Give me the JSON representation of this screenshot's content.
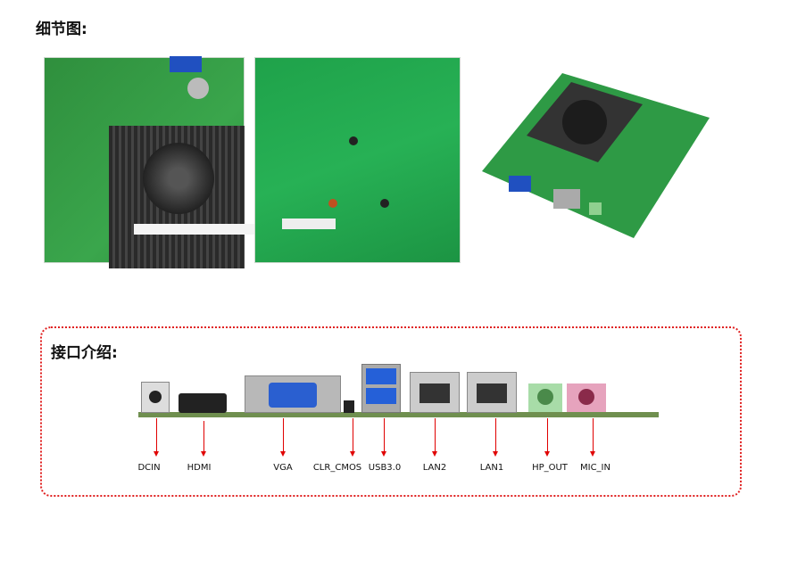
{
  "section1": {
    "title": "细节图:"
  },
  "section2": {
    "title": "接口介绍:",
    "ports": [
      {
        "label": "DCIN"
      },
      {
        "label": "HDMI"
      },
      {
        "label": "VGA"
      },
      {
        "label": "CLR_CMOS"
      },
      {
        "label": "USB3.0"
      },
      {
        "label": "LAN2"
      },
      {
        "label": "LAN1"
      },
      {
        "label": "HP_OUT"
      },
      {
        "label": "MIC_IN"
      }
    ]
  },
  "colors": {
    "accent": "#e00000",
    "pcb": "#2e9a45"
  }
}
